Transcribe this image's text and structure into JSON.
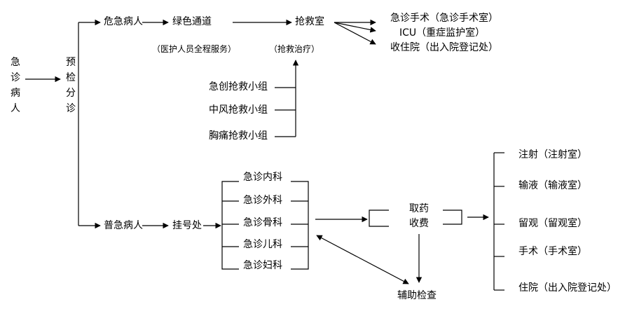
{
  "left": {
    "patient": "急诊病人",
    "triage": "预检分诊"
  },
  "critical": {
    "label": "危急病人",
    "green_channel": "绿色通道",
    "green_note": "（医护人员全程服务）",
    "rescue_room": "抢救室",
    "rescue_note": "（抢救治疗）",
    "outcomes": [
      "急诊手术（急诊手术室）",
      "ICU（重症监护室）",
      "收住院（出入院登记处）"
    ],
    "teams": [
      "急创抢救小组",
      "中风抢救小组",
      "胸痛抢救小组"
    ]
  },
  "general": {
    "label": "普急病人",
    "registration": "挂号处",
    "departments": [
      "急诊内科",
      "急诊外科",
      "急诊骨科",
      "急诊儿科",
      "急诊妇科"
    ],
    "pharmacy": [
      "取药",
      "收费"
    ],
    "aux_exam": "辅助检查",
    "services": [
      "注射（注射室）",
      "输液（输液室）",
      "留观（留观室）",
      "手术（手术室）",
      "住院（出入院登记处）"
    ]
  }
}
